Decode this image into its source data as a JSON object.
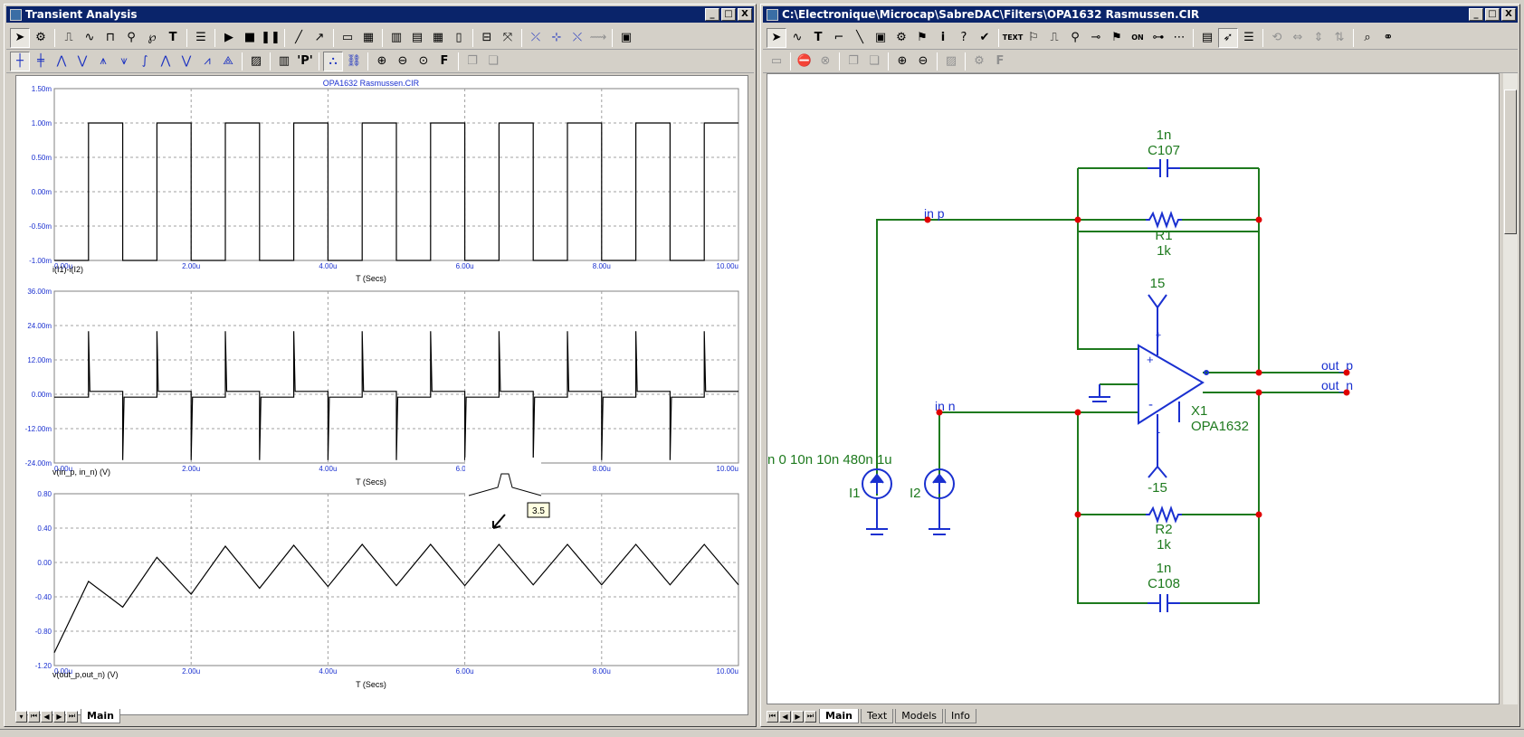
{
  "left_window": {
    "title": "Transient Analysis",
    "controls": [
      "_",
      "□",
      "X"
    ],
    "tabs": [
      {
        "label": "Main",
        "active": true
      }
    ],
    "plots": [
      {
        "header": "OPA1632 Rasmussen.CIR",
        "y_ticks": [
          "1.50m",
          "1.00m",
          "0.50m",
          "0.00m",
          "-0.50m",
          "-1.00m"
        ],
        "x_ticks": [
          "0.00u",
          "2.00u",
          "4.00u",
          "6.00u",
          "8.00u",
          "10.00u"
        ],
        "trace_label": "i(I1)-i(I2)",
        "x_label": "T (Secs)"
      },
      {
        "y_ticks": [
          "36.00m",
          "24.00m",
          "12.00m",
          "0.00m",
          "-12.00m",
          "-24.00m"
        ],
        "x_ticks": [
          "0.00u",
          "2.00u",
          "4.00u",
          "6.00u",
          "8.00u",
          "10.00u"
        ],
        "trace_label": "v(in_p, in_n) (V)",
        "x_label": "T (Secs)"
      },
      {
        "y_ticks": [
          "0.80",
          "0.40",
          "0.00",
          "-0.40",
          "-0.80",
          "-1.20"
        ],
        "x_ticks": [
          "0.00u",
          "2.00u",
          "4.00u",
          "6.00u",
          "8.00u",
          "10.00u"
        ],
        "trace_label": "v(out_p,out_n) (V)",
        "x_label": "T (Secs)"
      }
    ],
    "tooltip_value": "3.5"
  },
  "chart_data": [
    {
      "type": "line",
      "xlim": [
        0,
        10
      ],
      "ylim": [
        -1.0,
        1.5
      ],
      "series": [
        {
          "x": [
            0,
            0.5,
            0.5,
            1.0,
            1.0,
            1.5,
            1.5,
            2.0,
            2.0,
            2.5,
            2.5,
            3.0,
            3.0,
            3.5,
            3.5,
            4.0,
            4.0,
            4.5,
            4.5,
            5.0,
            5.0,
            5.5,
            5.5,
            6.0,
            6.0,
            6.5,
            6.5,
            7.0,
            7.0,
            7.5,
            7.5,
            8.0,
            8.0,
            8.5,
            8.5,
            9.0,
            9.0,
            9.5,
            9.5,
            10.0
          ],
          "y": [
            -1,
            -1,
            1,
            1,
            -1,
            -1,
            1,
            1,
            -1,
            -1,
            1,
            1,
            -1,
            -1,
            1,
            1,
            -1,
            -1,
            1,
            1,
            -1,
            -1,
            1,
            1,
            -1,
            -1,
            1,
            1,
            -1,
            -1,
            1,
            1,
            -1,
            -1,
            1,
            1,
            -1,
            -1,
            1,
            1
          ]
        }
      ]
    },
    {
      "type": "line",
      "xlim": [
        0,
        10
      ],
      "ylim": [
        -24,
        36
      ],
      "series": [
        {
          "x": [
            0,
            0.5,
            0.5,
            0.52,
            1.0,
            1.0,
            1.02,
            1.5,
            1.5,
            1.52,
            2.0,
            2.0,
            2.02,
            2.5,
            2.5,
            2.52,
            3.0,
            3.0,
            3.02,
            3.5,
            3.5,
            3.52,
            4.0,
            4.0,
            4.02,
            4.5,
            4.5,
            4.52,
            5.0,
            5.0,
            5.02,
            5.5,
            5.5,
            5.52,
            6.0,
            6.0,
            6.02,
            6.5,
            6.5,
            6.52,
            7.0,
            7.0,
            7.02,
            7.5,
            7.5,
            7.52,
            8.0,
            8.0,
            8.02,
            8.5,
            8.5,
            8.52,
            9.0,
            9.0,
            9.02,
            9.5,
            9.5,
            9.52,
            10.0
          ],
          "y": [
            -1,
            -1,
            22,
            1,
            1,
            -23,
            -1,
            -1,
            22,
            1,
            1,
            -23,
            -1,
            -1,
            22,
            1,
            1,
            -23,
            -1,
            -1,
            22,
            1,
            1,
            -23,
            -1,
            -1,
            22,
            1,
            1,
            -23,
            -1,
            -1,
            22,
            1,
            1,
            -23,
            -1,
            -1,
            22,
            1,
            1,
            -23,
            -1,
            -1,
            22,
            1,
            1,
            -23,
            -1,
            -1,
            22,
            1,
            1,
            -23,
            -1,
            -1,
            22,
            1,
            1
          ]
        }
      ]
    },
    {
      "type": "line",
      "xlim": [
        0,
        10
      ],
      "ylim": [
        -1.2,
        0.8
      ],
      "series": [
        {
          "x": [
            0,
            0.5,
            1.0,
            1.5,
            2.0,
            2.5,
            3.0,
            3.5,
            4.0,
            4.5,
            5.0,
            5.5,
            6.0,
            6.5,
            7.0,
            7.5,
            8.0,
            8.5,
            9.0,
            9.5,
            10.0
          ],
          "y": [
            -1.05,
            -0.22,
            -0.52,
            0.06,
            -0.37,
            0.19,
            -0.3,
            0.2,
            -0.28,
            0.21,
            -0.27,
            0.21,
            -0.27,
            0.21,
            -0.26,
            0.21,
            -0.26,
            0.21,
            -0.26,
            0.21,
            -0.26
          ]
        }
      ]
    }
  ],
  "right_window": {
    "title": "C:\\Electronique\\Microcap\\SabreDAC\\Filters\\OPA1632 Rasmussen.CIR",
    "controls": [
      "_",
      "□",
      "X"
    ],
    "tabs": [
      {
        "label": "Main",
        "active": true
      },
      {
        "label": "Text",
        "active": false
      },
      {
        "label": "Models",
        "active": false
      },
      {
        "label": "Info",
        "active": false
      }
    ],
    "schematic": {
      "c107": {
        "value": "1n",
        "name": "C107"
      },
      "r1": {
        "name": "R1",
        "value": "1k"
      },
      "r2": {
        "name": "R2",
        "value": "1k"
      },
      "c108": {
        "value": "1n",
        "name": "C108"
      },
      "opamp": {
        "name": "X1",
        "model": "OPA1632",
        "vpos": "15",
        "vneg": "-15",
        "plus_pin": "+",
        "minus_pin": "-"
      },
      "node_inp": "in p",
      "node_inn": "in n",
      "node_outp": "out_p",
      "node_outn": "out_n",
      "source_params": "n 0 10n 10n 480n 1u",
      "i1": "I1",
      "i2": "I2"
    }
  },
  "colors": {
    "wire": "#1e7a1e",
    "component": "#1a30d0",
    "node": "#e00000",
    "titlebar": "#0a246a"
  }
}
